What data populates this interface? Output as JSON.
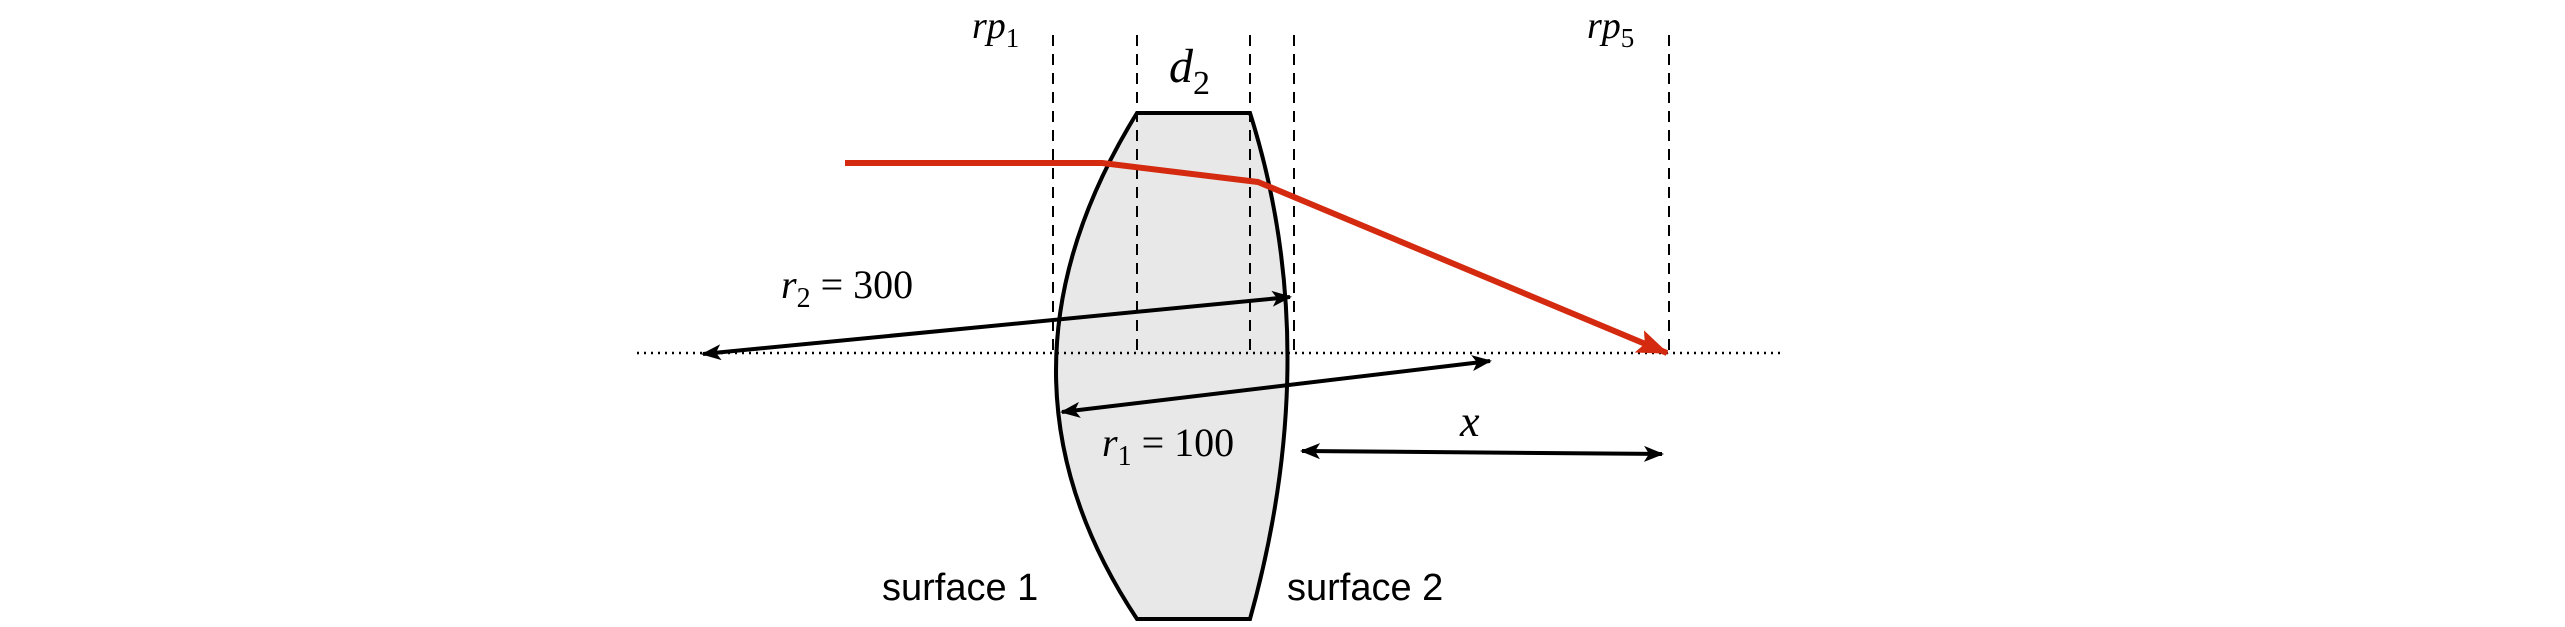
{
  "diagram": {
    "labels": {
      "rp1": {
        "base": "rp",
        "sub": "1"
      },
      "rp5": {
        "base": "rp",
        "sub": "5"
      },
      "d2": {
        "base": "d",
        "sub": "2"
      },
      "r2": {
        "base": "r",
        "sub": "2",
        "rest": " = 300"
      },
      "r1": {
        "base": "r",
        "sub": "1",
        "rest": " = 100"
      },
      "x": "x",
      "surface1": "surface 1",
      "surface2": "surface 2"
    },
    "colors": {
      "ray": "#d42a10",
      "lens_fill": "#e8e8e8",
      "stroke": "#000000"
    }
  }
}
